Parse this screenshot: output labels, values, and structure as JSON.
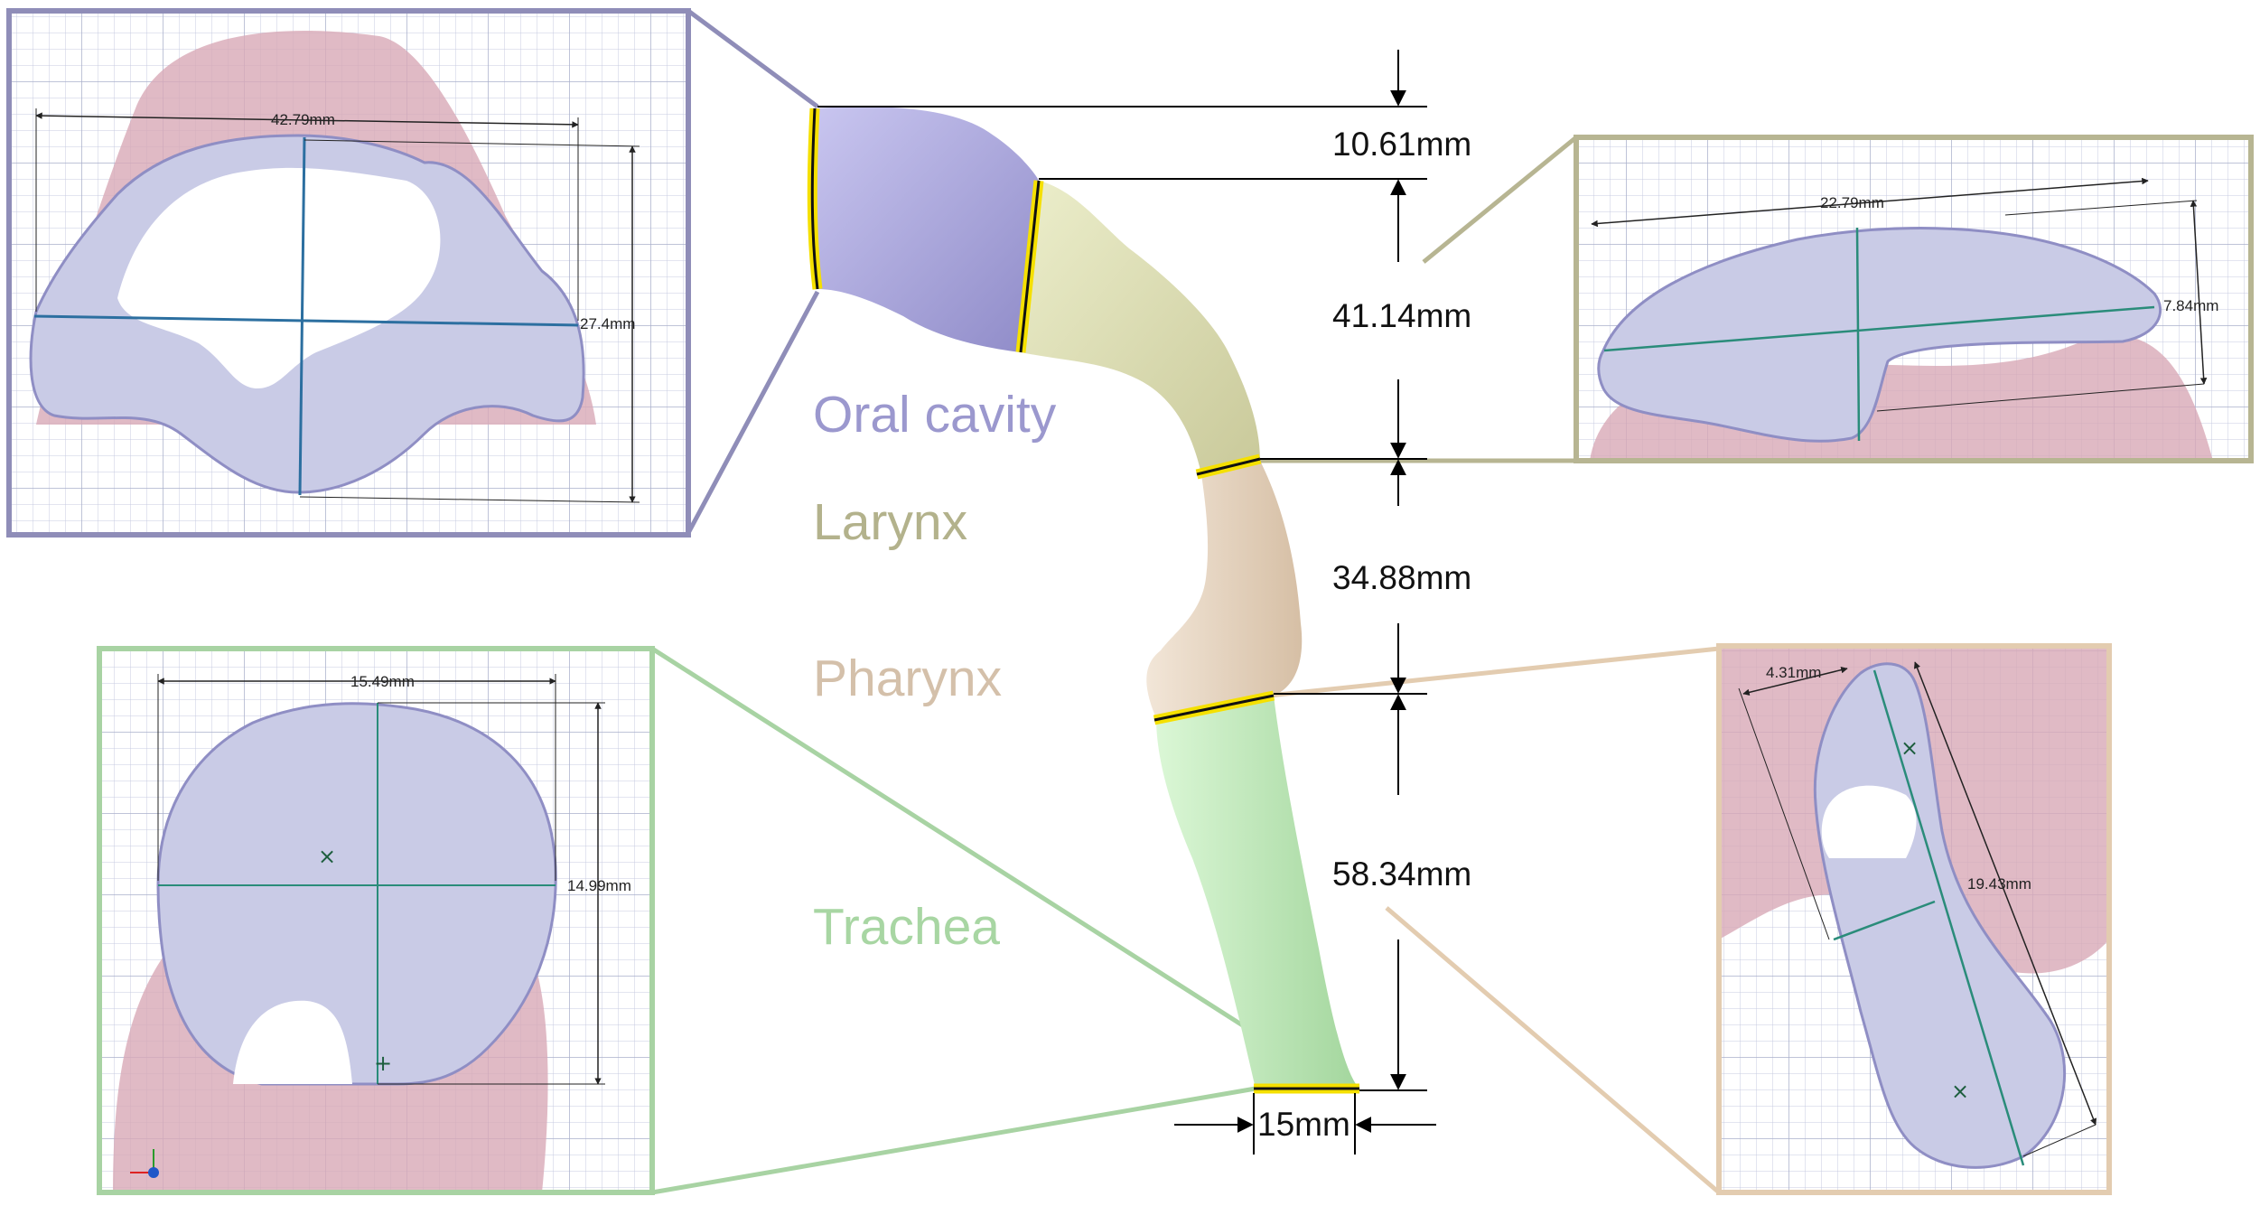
{
  "labels": {
    "oral_cavity": "Oral cavity",
    "larynx": "Larynx",
    "pharynx": "Pharynx",
    "trachea": "Trachea"
  },
  "dimensions": {
    "d1": "10.61mm",
    "d2": "41.14mm",
    "d3": "34.88mm",
    "d4": "58.34mm",
    "width": "15mm"
  },
  "insets": {
    "oral": {
      "width": "42.79mm",
      "height": "27.4mm"
    },
    "larynx": {
      "width": "22.79mm",
      "height": "7.84mm"
    },
    "trachea": {
      "width": "15.49mm",
      "height": "14.99mm"
    },
    "pharynx": {
      "width": "4.31mm",
      "height": "19.43mm"
    }
  },
  "colors": {
    "oral": "#a6a3d4",
    "larynx": "#bdbc93",
    "pharynx": "#d6c2a8",
    "trachea": "#a9d6a5",
    "oral_frame": "#8f8db8",
    "larynx_frame": "#b7b592",
    "pharynx_frame": "#e3ccb0",
    "trachea_frame": "#a8d3a3",
    "backdrop": "#d8a9b6",
    "section": "#c9cbe6",
    "highlight": "#f5e000"
  }
}
